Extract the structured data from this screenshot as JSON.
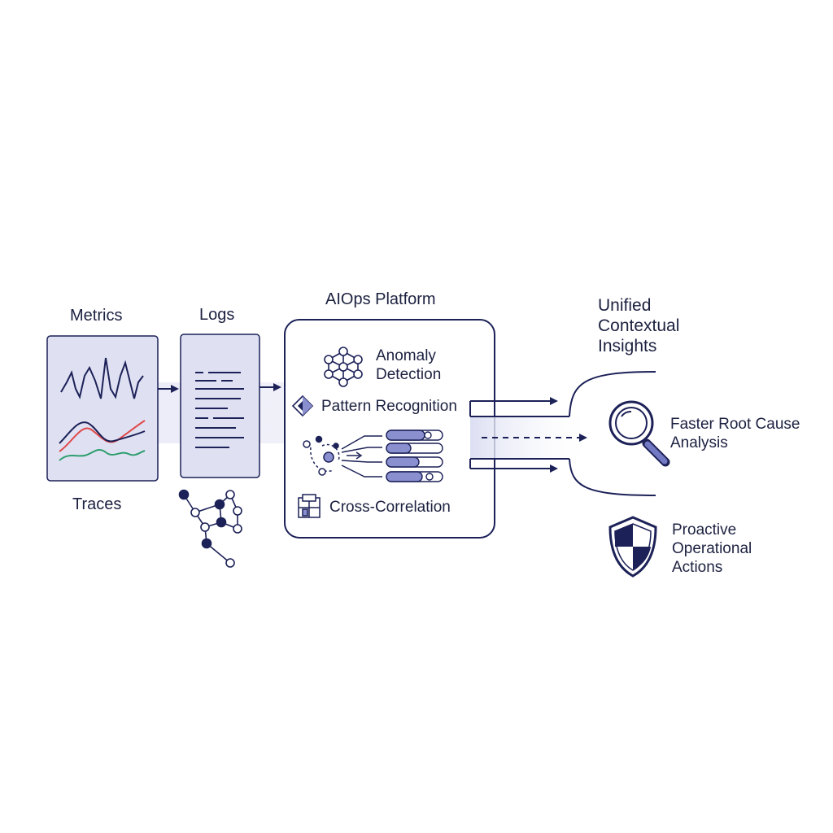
{
  "sources": {
    "metrics": "Metrics",
    "logs": "Logs",
    "traces": "Traces"
  },
  "platform": {
    "title": "AIOps Platform",
    "anomaly": "Anomaly Detection",
    "pattern": "Pattern Recognition",
    "cross": "Cross-Correlation"
  },
  "outputs": {
    "insights": "Unified Contextual Insights",
    "root_cause": "Faster Root Cause Analysis",
    "proactive": "Proactive Operational Actions"
  },
  "colors": {
    "navy": "#1c2157",
    "accent": "#7479c4",
    "panel_fill": "#dfe1f3",
    "band": "#e9eaf6",
    "red_series": "#e04848",
    "green_series": "#2e9e6e"
  }
}
